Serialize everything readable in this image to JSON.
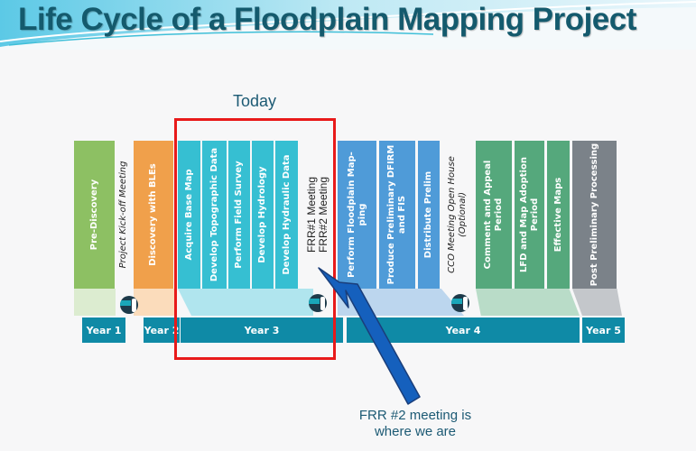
{
  "title": "Life Cycle of a Floodplain Mapping Project",
  "today_label": "Today",
  "note": {
    "line1": "FRR #2 meeting is",
    "line2": "where we are"
  },
  "colors": {
    "discovery_green": "#8dc063",
    "discovery_orange": "#f0a04b",
    "data_teal": "#36bfd2",
    "prelim_blue": "#4f9bd8",
    "post_green": "#55a87c",
    "post_gray": "#7b8289",
    "year_bar": "#0f8aa6",
    "highlight_red": "#e81a1a",
    "arrow_blue": "#1560bd",
    "title": "#145a6d"
  },
  "phases": [
    {
      "label": "Pre-Discovery",
      "type": "task",
      "color": "#8dc063"
    },
    {
      "label": "Project Kick-off Meeting",
      "type": "meeting"
    },
    {
      "label": "Discovery with BLEs",
      "type": "task",
      "color": "#f0a04b"
    },
    {
      "label": "Acquire Base Map",
      "type": "task",
      "color": "#36bfd2"
    },
    {
      "label": "Develop Topographic Data",
      "type": "task",
      "color": "#36bfd2"
    },
    {
      "label": "Perform Field Survey",
      "type": "task",
      "color": "#36bfd2"
    },
    {
      "label": "Develop Hydrology",
      "type": "task",
      "color": "#36bfd2"
    },
    {
      "label": "Develop Hydraulic Data",
      "type": "task",
      "color": "#36bfd2"
    },
    {
      "label_line1": "FRR#1 Meeting",
      "label_line2": "FRR#2 Meeting",
      "type": "meeting"
    },
    {
      "label_line1": "Perform Floodplain Map-",
      "label_line2": "ping",
      "type": "task",
      "color": "#4f9bd8"
    },
    {
      "label_line1": "Produce Preliminary DFIRM",
      "label_line2": "and FIS",
      "type": "task",
      "color": "#4f9bd8"
    },
    {
      "label": "Distribute Prelim",
      "type": "task",
      "color": "#4f9bd8"
    },
    {
      "label_line1": "CCO Meeting Open House",
      "label_line2": "(Optional)",
      "type": "meeting"
    },
    {
      "label_line1": "Comment and Appeal",
      "label_line2": "Period",
      "type": "task",
      "color": "#55a87c"
    },
    {
      "label_line1": "LFD and Map Adoption",
      "label_line2": "Period",
      "type": "task",
      "color": "#55a87c"
    },
    {
      "label": "Effective Maps",
      "type": "task",
      "color": "#55a87c"
    },
    {
      "label": "Post Preliminary Processing",
      "type": "task",
      "color": "#7b8289"
    }
  ],
  "years": [
    "Year 1",
    "Year 2",
    "Year 3",
    "Year 4",
    "Year 5"
  ]
}
